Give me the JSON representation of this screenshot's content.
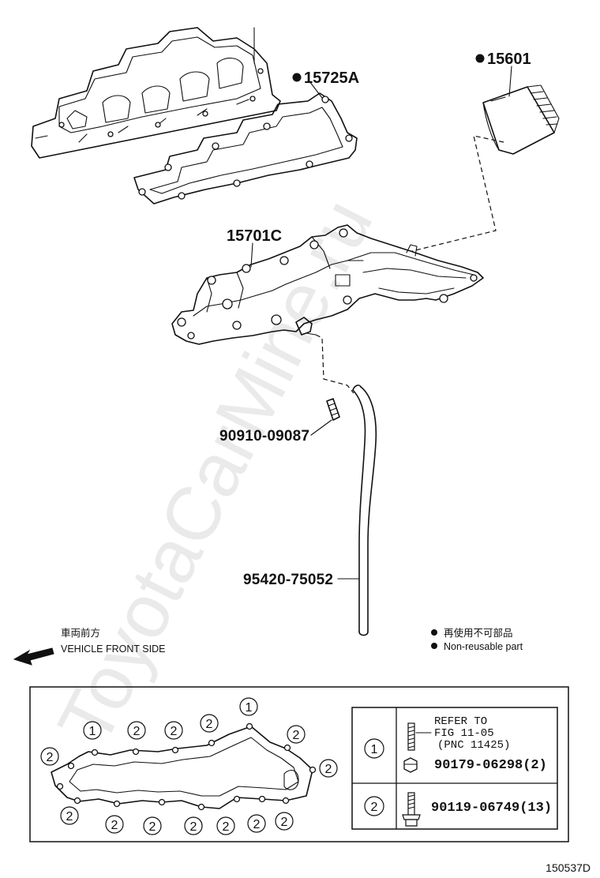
{
  "parts": {
    "gasket_top": "15725A",
    "oil_filter": "15601",
    "oil_pan": "15701C",
    "drain_plug_union": "90910-09087",
    "hose": "95420-75052"
  },
  "direction": {
    "jp": "車両前方",
    "en": "VEHICLE FRONT SIDE"
  },
  "legend": {
    "jp": "再使用不可部品",
    "en": "Non-reusable part"
  },
  "detail_table": {
    "row1": {
      "key": "1",
      "ref_line1": "REFER TO",
      "ref_line2": "FIG 11-05",
      "ref_line3": "(PNC 11425)",
      "part": "90179-06298(2)"
    },
    "row2": {
      "key": "2",
      "part": "90119-06749(13)"
    }
  },
  "callout_marks": {
    "one": "1",
    "two": "2"
  },
  "watermark": "ToyotaCarMine.ru",
  "figure_code": "150537D"
}
